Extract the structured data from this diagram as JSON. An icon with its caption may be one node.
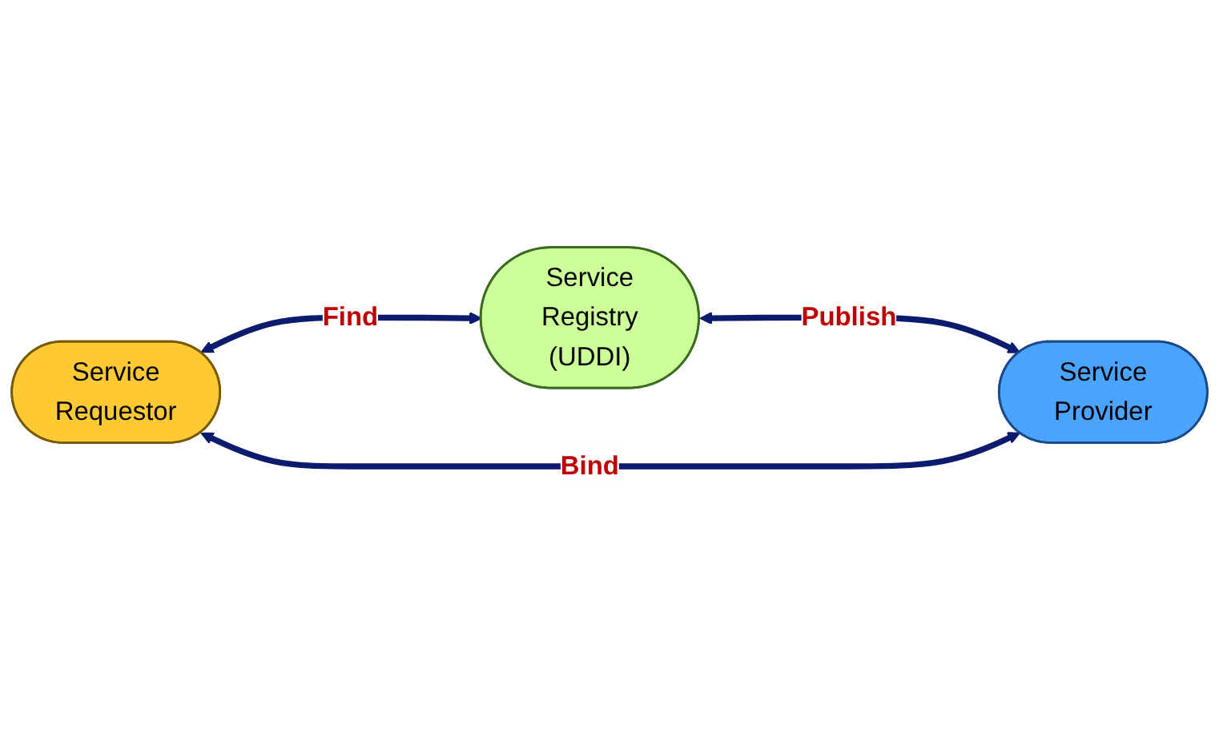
{
  "diagram": {
    "nodes": [
      {
        "text": [
          "Service Registry (UDDI)"
        ]
      },
      {
        "text": [
          "Service Requestor"
        ]
      },
      {
        "text": [
          "Service Provider"
        ]
      }
    ],
    "edges": [
      {
        "from": 1,
        "to": 0,
        "arrow": "both",
        "label": "Find"
      },
      {
        "from": 0,
        "to": 2,
        "arrow": "both",
        "label": "Publish"
      },
      {
        "from": 1,
        "to": 2,
        "arrow": "both",
        "label": "Bind"
      }
    ]
  }
}
